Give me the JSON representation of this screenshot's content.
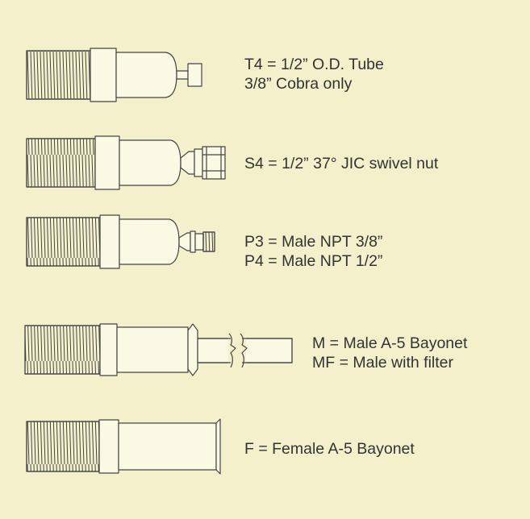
{
  "colors": {
    "background": "#f3f0cb",
    "line": "#444444",
    "text": "#333333"
  },
  "connectors": [
    {
      "type": "tube-stub",
      "lines": [
        "T4 = 1/2” O.D. Tube",
        "3/8” Cobra only"
      ]
    },
    {
      "type": "jic-swivel-nut",
      "lines": [
        "S4 = 1/2” 37° JIC swivel nut"
      ]
    },
    {
      "type": "male-npt",
      "lines": [
        "P3 = Male NPT 3/8”",
        "P4 = Male NPT 1/2”"
      ]
    },
    {
      "type": "male-bayonet",
      "lines": [
        "M = Male A-5 Bayonet",
        "MF = Male with filter"
      ]
    },
    {
      "type": "female-bayonet",
      "lines": [
        "F = Female A-5 Bayonet"
      ]
    }
  ]
}
